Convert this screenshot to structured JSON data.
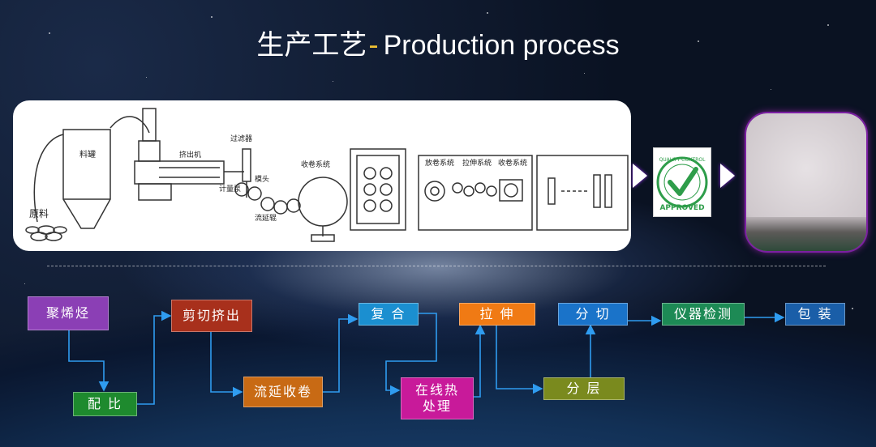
{
  "title": {
    "cn": "生产工艺",
    "dash": "-",
    "en": "Production process"
  },
  "panel": {
    "raw_material_label": "原料",
    "hopper_label": "料罐",
    "extruder_label": "挤出机",
    "filter_label": "过滤器",
    "pump_label": "计量泵",
    "die_label": "模头",
    "cast_label": "流延辊",
    "winder_label": "收卷系统",
    "unwind_label": "放卷系统",
    "stretch_label": "拉伸系统",
    "rewind_label": "收卷系统"
  },
  "approved_stamp": {
    "top_text": "QUALITY CONTROL",
    "bottom_text": "APPROVED"
  },
  "flow": {
    "polyolefin": "聚烯烃",
    "ratio": "配 比",
    "cut_extrude": "剪切挤出",
    "cast_roll": "流延收卷",
    "composite": "复 合",
    "heat_treat": "在线热\n处理",
    "stretch": "拉 伸",
    "slit": "分 切",
    "layer": "分 层",
    "inspect": "仪器检测",
    "pack": "包 装"
  },
  "colors": {
    "polyolefin": "#8b3fb5",
    "ratio": "#1e8a2e",
    "cut_extrude": "#a8301c",
    "cast_roll": "#c86a14",
    "composite": "#1b8fd0",
    "heat_treat": "#c81a9a",
    "stretch": "#f07a14",
    "slit": "#1a73c9",
    "layer": "#7a8a1e",
    "inspect": "#1d8a55",
    "pack": "#1a5ea8",
    "connector": "#2f9cf0"
  }
}
